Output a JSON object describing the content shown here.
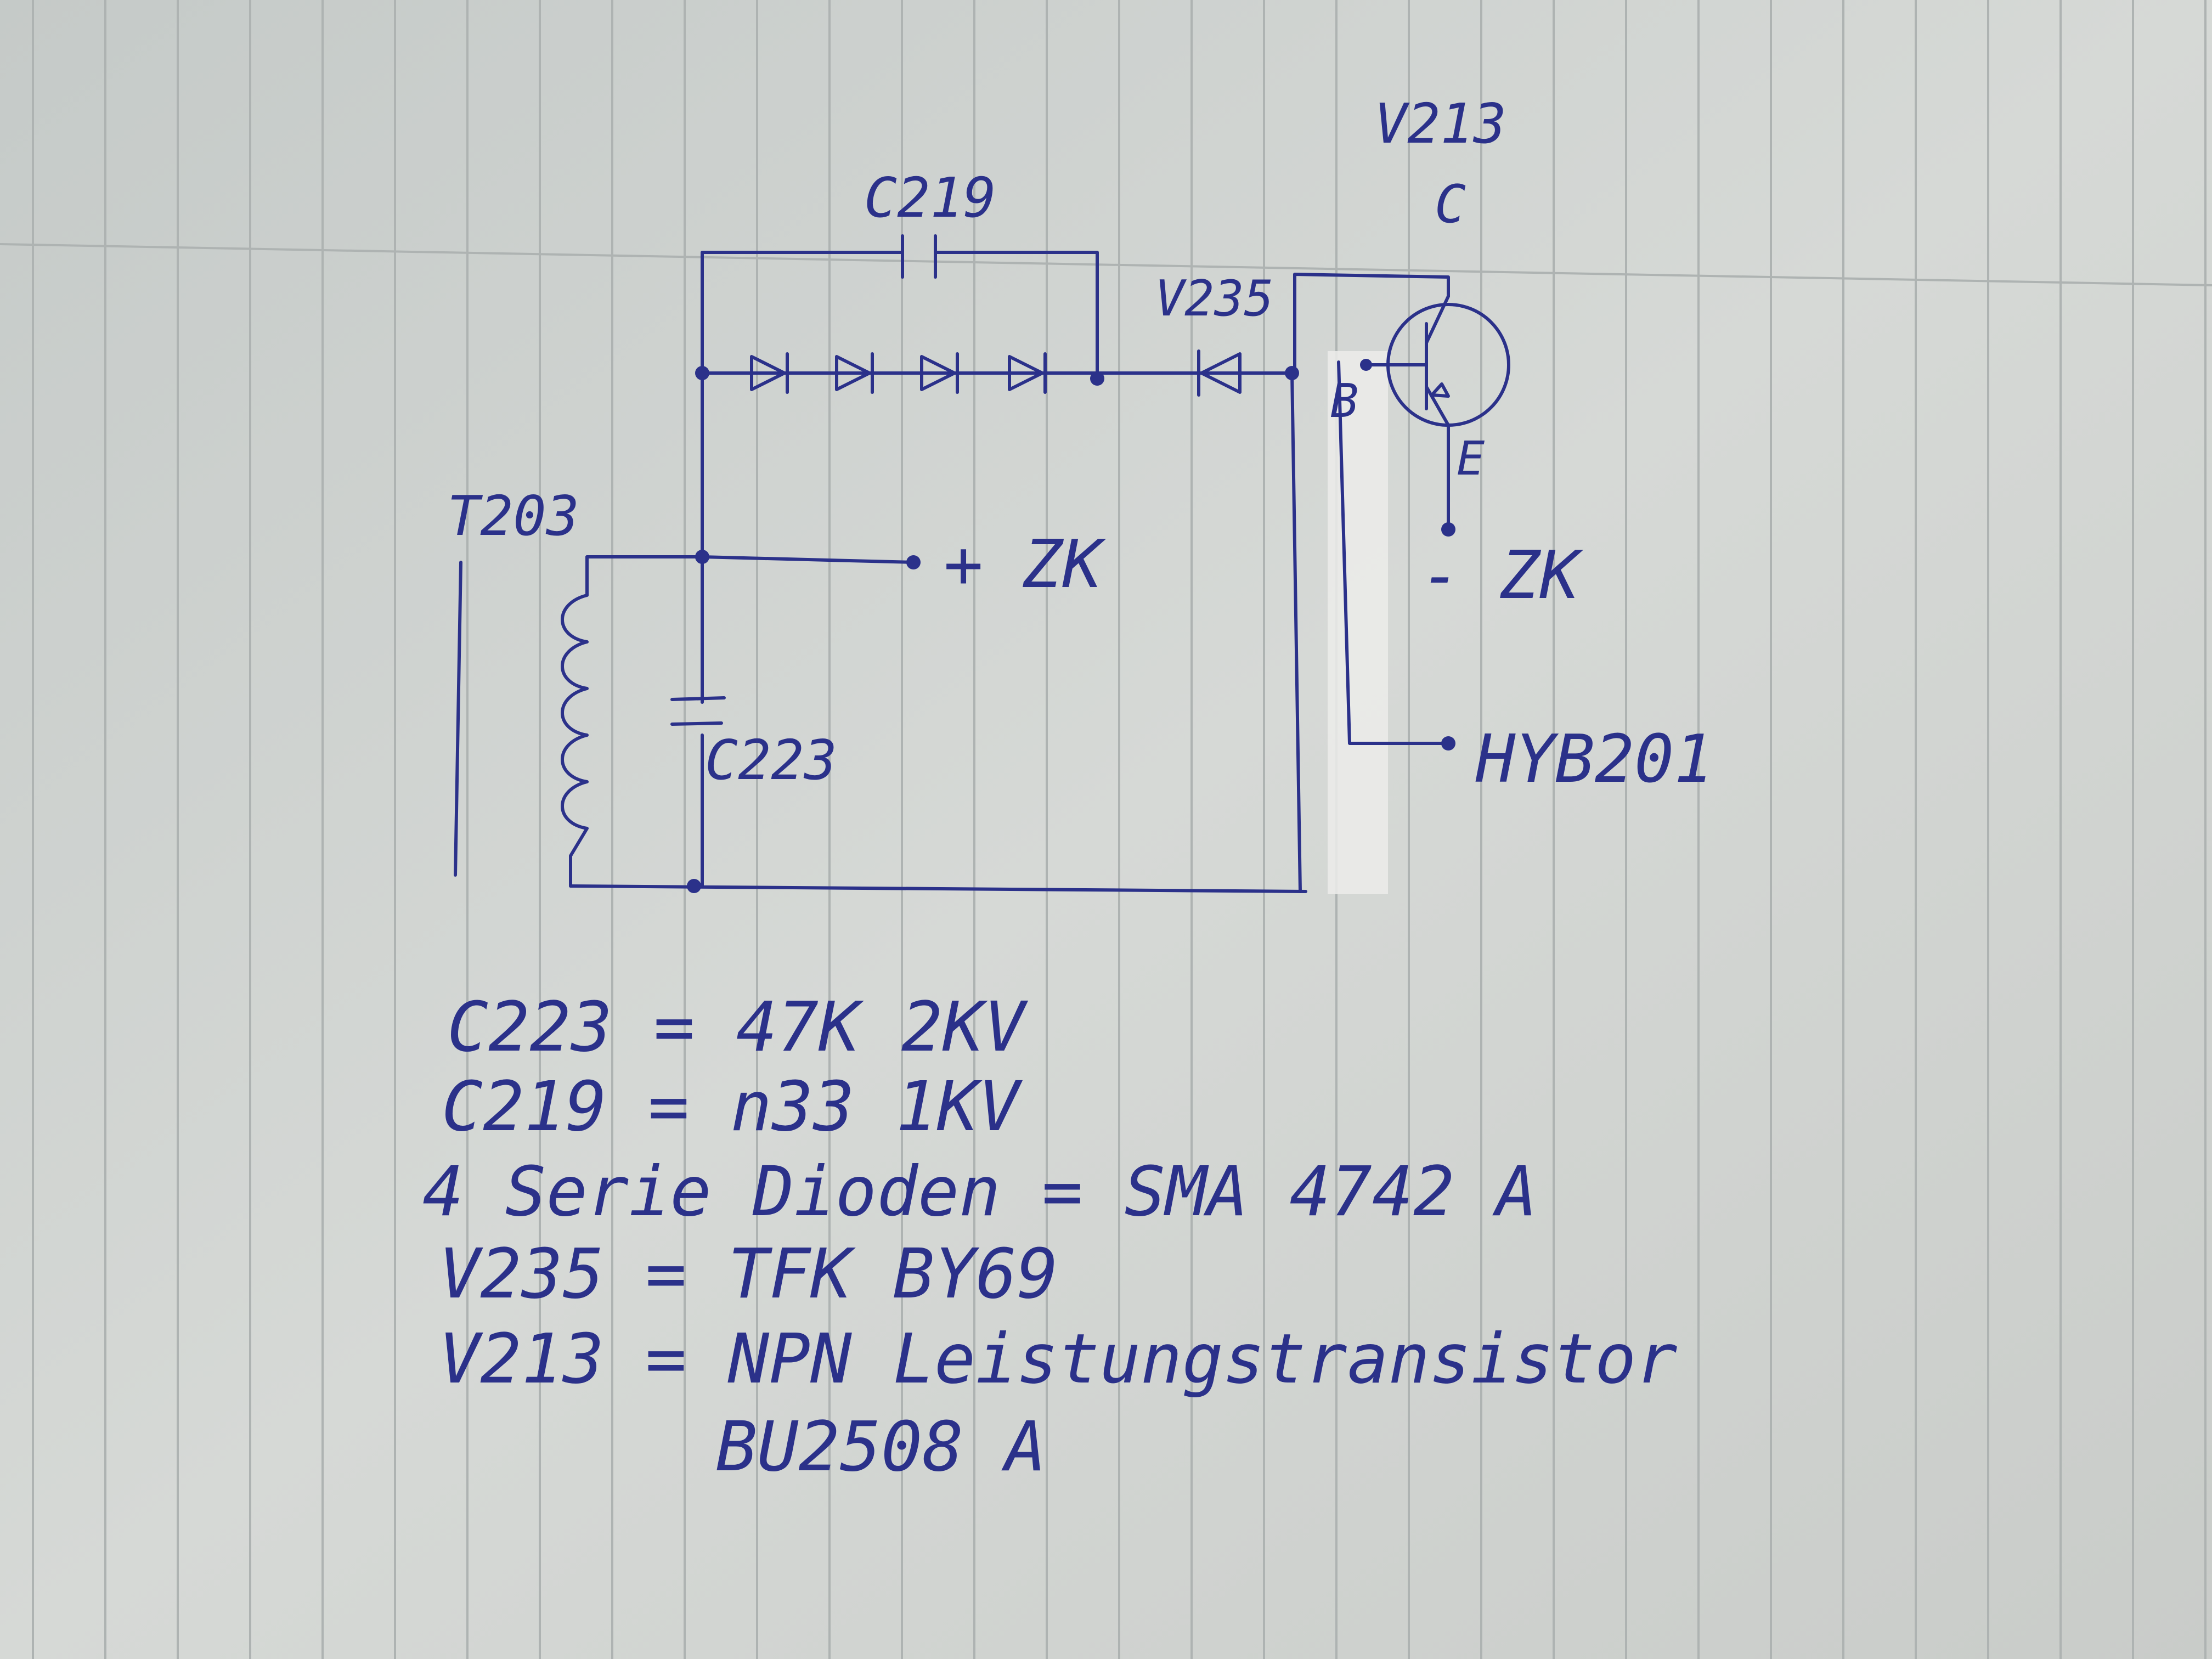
{
  "colors": {
    "ink": "#2b318a",
    "paper": "#cfd3d0",
    "ruling": "#aeb3b2"
  },
  "schematic": {
    "labels": {
      "c219": "C219",
      "v213": "V213",
      "v235": "V235",
      "t203": "T203",
      "c223": "C223",
      "collector": "C",
      "base": "B",
      "emitter": "E",
      "plus_zk": "+ ZK",
      "minus_zk": "- ZK",
      "hyb201": "HYB201"
    }
  },
  "notes": [
    "C223 = 47K  2KV",
    "C219 = n33  1KV",
    "4 Serie Dioden = SMA 4742 A",
    "V235 = TFK  BY69",
    "V213 = NPN Leistungstransistor",
    "BU2508 A"
  ]
}
